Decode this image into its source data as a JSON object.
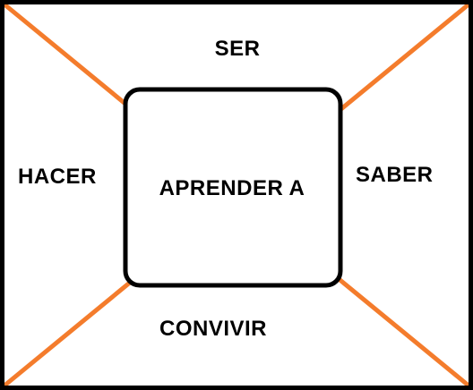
{
  "diagram": {
    "center_label": "APRENDER A",
    "top_label": "SER",
    "left_label": "HACER",
    "right_label": "SABER",
    "bottom_label": "CONVIVIR",
    "colors": {
      "frame": "#000000",
      "diagonals": "#f47c2c",
      "center_box_fill": "#ffffff",
      "background": "#ffffff",
      "text": "#000000"
    }
  }
}
